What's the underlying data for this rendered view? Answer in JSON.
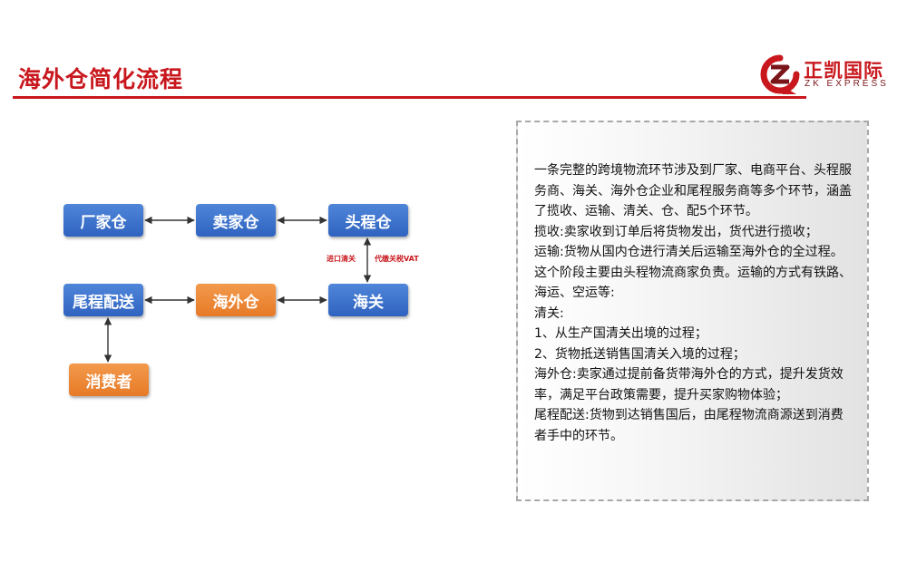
{
  "header": {
    "title": "海外仓简化流程",
    "accent_color": "#c8171d"
  },
  "logo": {
    "cn": "正凯国际",
    "en": "ZK EXPRESS",
    "icon": "zk-logo-mark"
  },
  "diagram": {
    "nodes": {
      "factory": "厂家仓",
      "seller": "卖家仓",
      "first_leg": "头程仓",
      "customs": "海关",
      "overseas": "海外仓",
      "last_mile": "尾程配送",
      "consumer": "消费者"
    },
    "labels": {
      "import_clearance": "进口清关",
      "vat": "代缴关税VAT"
    },
    "colors": {
      "blue": "#3a6fcc",
      "orange": "#ee8a3a"
    }
  },
  "description": {
    "lines": [
      "一条完整的跨境物流环节涉及到厂家、电商平台、头程服",
      "务商、海关、海外仓企业和尾程服务商等多个环节，涵盖",
      "了揽收、运输、清关、仓、配5个环节。",
      "揽收:卖家收到订单后将货物发出，货代进行揽收；",
      "运输:货物从国内仓进行清关后运输至海外仓的全过程。",
      "这个阶段主要由头程物流商家负责。运输的方式有铁路、",
      "海运、空运等:",
      "清关:",
      "1、从生产国清关出境的过程；",
      "2、货物抵送销售国清关入境的过程；",
      "海外仓:卖家通过提前备货带海外仓的方式，提升发货效",
      "率，满足平台政策需要，提升买家购物体验；",
      "尾程配送:货物到达销售国后，由尾程物流商源送到消费",
      "者手中的环节。"
    ]
  }
}
